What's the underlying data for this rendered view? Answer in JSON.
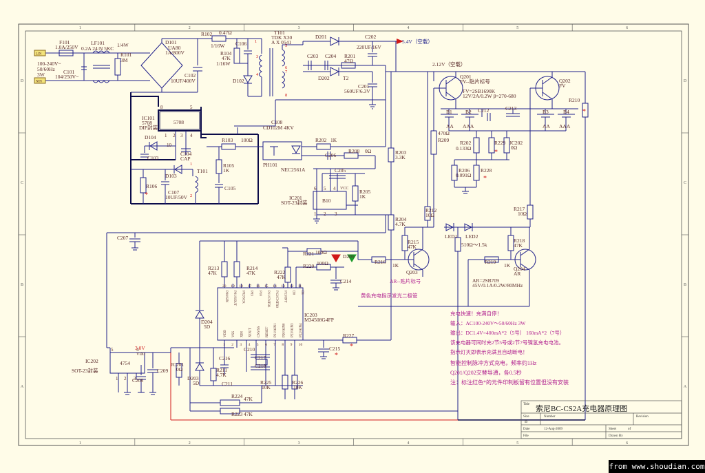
{
  "colors": {
    "paper": "#fffce8",
    "wire": "#1f1f8a",
    "heavy": "#0b0b4a",
    "text": "#5a2a2a",
    "note": "#b0208f",
    "red": "#d01818",
    "green": "#1b9a2b",
    "border": "#555555"
  },
  "frame": {
    "cols": [
      "1",
      "2",
      "3",
      "4",
      "5",
      "6"
    ],
    "rows": [
      "D",
      "C",
      "B",
      "A"
    ]
  },
  "labels": {
    "ac_l": "LIN",
    "ac_n": "NIN",
    "ac_input": [
      "100-240V~",
      "50/60Hz",
      "3W"
    ],
    "F101": "F101",
    "F101_v": "1.0A/250V",
    "LF101": "LF101",
    "LF101_v": "0.2A 24:N 5KC",
    "C101": "C101",
    "C101_v": "104/250V~",
    "R101": "R101",
    "R101_v": "3M",
    "R101_w": "1/4W",
    "D101": "D101",
    "D101_v": "UA80",
    "D101_a": "1A/800V",
    "C102": "C102",
    "C102_v": "10UF/400V",
    "R102": "R102",
    "R102_v": "0.47Ω",
    "R102_w": "1/16W",
    "R104": "R104",
    "R104_v": "47K",
    "R104_w": "1/16W",
    "C106": "C106",
    "D102": "D102",
    "T101": "T101",
    "T101_v": "TDK X30",
    "T101_n": "A X 0541",
    "D201": "D201",
    "C202": "C202",
    "C202_v": "220UF/16V",
    "out54": "5.4V（空载）",
    "C203": "C203",
    "C204": "C204",
    "R201": "R201",
    "R201_v": "47Ω",
    "D202": "D202",
    "T2": "T2",
    "C201": "C201",
    "C201_v": "560UF/6.3V",
    "IC101": "IC101",
    "IC101_v": "5708",
    "IC101_p": "DIP封装",
    "IC101_body": "5708",
    "D104": "D104",
    "C103": "C103",
    "C104": "C104",
    "C104_v": "CAP",
    "R103": "R103",
    "R103_v": "100Ω",
    "C108": "C108",
    "C108_v": "CD102M 4KV",
    "PH101": "PH101",
    "PH101_v": "NEC2561A",
    "R202": "R202",
    "R202_v": "1K",
    "R208": "R208",
    "R208_v": "0Ω",
    "C206": "C206",
    "R105": "R105",
    "R105_v": "1K",
    "C105": "C105",
    "R106": "R106",
    "D103": "D103",
    "C107": "C107",
    "C107_v": "10UF/50V",
    "T101b": "T101",
    "C205": "C205",
    "IC201": "IC201",
    "IC201_v": "SOT-23封装",
    "IC201_body": "B10",
    "R205": "R205",
    "R205_v": "1K",
    "vcc": "VCC",
    "R203": "R203",
    "R203_v": "3.3K",
    "R204": "R204",
    "R204_v": "4.7K",
    "v212": "2.12V（空载）",
    "Q201": "Q201",
    "Q201_v": "FV--贴片标号",
    "Q201_spec": "FV=2SB1690K",
    "Q201_spec2": "12V/2A/0.2W β=270-680",
    "Q202": "Q202",
    "Q202_v": "FV",
    "R210": "R210",
    "B1": "B1",
    "B2": "B2",
    "B3": "B3",
    "B4": "B4",
    "AA": "AA",
    "AAA": "AAA",
    "C212": "C212",
    "C213": "C213",
    "R209": "R209",
    "R209_v": "470Ω",
    "R202b": "R202",
    "R202b_v": "0.133Ω",
    "R229": "R229",
    "JC202": "JC202",
    "JC202_v": "0Ω",
    "R206": "R206",
    "R206_v": "0.091Ω",
    "R228": "R228",
    "R212": "R212",
    "R212_v": "10Ω",
    "R217": "R217",
    "R217_v": "10Ω",
    "LED1": "LED1",
    "LED2": "LED2",
    "R_led": "510Ω～1.5k",
    "R215": "R215",
    "R215_v": "47K",
    "R218": "R218",
    "R218_v": "47K",
    "Q203": "Q203",
    "Q203_v": "AR--贴片标号",
    "Q204": "Q204",
    "Q204_v": "AR",
    "Q204_spec": "AR=2SB709",
    "Q204_spec2": "45V/0.1A/0.2W/80MHz",
    "R216": "R216",
    "R216_v": "1K",
    "R219": "R219",
    "R219_v": "1K",
    "C207": "C207",
    "R221": "R221",
    "R221_v": "100Ω",
    "R220": "R220",
    "R220_v": "100Ω",
    "D205": "D205",
    "C214": "C214",
    "led_note": "黄色充电指示发光二极管",
    "R213": "R213",
    "R213_v": "47K",
    "R214": "R214",
    "R214_v": "47K",
    "R222": "R222",
    "R222_v": "47K",
    "IC203": "IC203",
    "IC203_v": "M34508G4FP",
    "pins_top": [
      "20",
      "19",
      "18",
      "17",
      "16",
      "15",
      "14",
      "13",
      "12",
      "11"
    ],
    "pins_bot": [
      "1",
      "2",
      "3",
      "4",
      "5",
      "6",
      "7",
      "8",
      "9",
      "10"
    ],
    "pin_names_top": [
      "P00/SIN",
      "P01/SOUT",
      "P02/SCK",
      "P03",
      "P10",
      "P11/CNTR1",
      "P12/CNTR0",
      "P13/INT",
      "D0",
      "D1"
    ],
    "pin_names_bot": [
      "VDD",
      "VSS",
      "XIN",
      "XOUT",
      "CNVSS",
      "RESET",
      "P21/AIN1",
      "P20/AIN0",
      "P23/AIN3",
      "P22/AIN4"
    ],
    "R227": "R227",
    "C215": "C215",
    "D204": "D204",
    "D204_v": "5D",
    "D203": "D203",
    "D203_v": "5D",
    "IC202": "IC202",
    "IC202_v": "SOT-23封装",
    "IC202_body": "4754",
    "v30": "3.0V",
    "vdd": "VDD",
    "C208": "C208",
    "C209": "C209",
    "JC201": "JC201",
    "JC201_v": "0Ω",
    "C216": "C216",
    "R211": "R211",
    "R211_v": "4.7K",
    "C211": "C211",
    "C217": "C217",
    "C218": "C218",
    "C210": "C210",
    "R225": "R225",
    "R225_v": "10K",
    "R226": "R226",
    "R226_v": "10K",
    "R224": "R224",
    "R224_v": "47K",
    "R223": "R223",
    "R223_v": "47K",
    "pin_nums": [
      "1",
      "2",
      "3",
      "4",
      "5",
      "6",
      "7",
      "8",
      "9",
      "10"
    ]
  },
  "notes": [
    "充电快速！充满自停！",
    "输入：AC100-240V～50/60Hz 3W",
    "输出：DC1.4V=400mA*2（5号） 160mA*2（7号）",
    "该充电器可同时充2节5号或2节7号镍氢充电电池。",
    "指示灯灭即表示充满且自动断电！",
    "智能控制脉冲方式充电，频率约1Hz",
    "Q201/Q202交替导通，各0.5秒",
    "注：标注红色*的元件印制板留有位置但没有安装"
  ],
  "titleblock": {
    "title_label": "Title",
    "title": "索尼BC-CS2A充电器原理图",
    "size_label": "Size",
    "size": "B",
    "number_label": "Number",
    "revision_label": "Revision",
    "date_label": "Date",
    "date": "12-Aug-2009",
    "sheet_label": "Sheet",
    "sheet_of": "of",
    "file_label": "File",
    "drawn_label": "Drawn By"
  },
  "footer": "from www.shoudian.com"
}
